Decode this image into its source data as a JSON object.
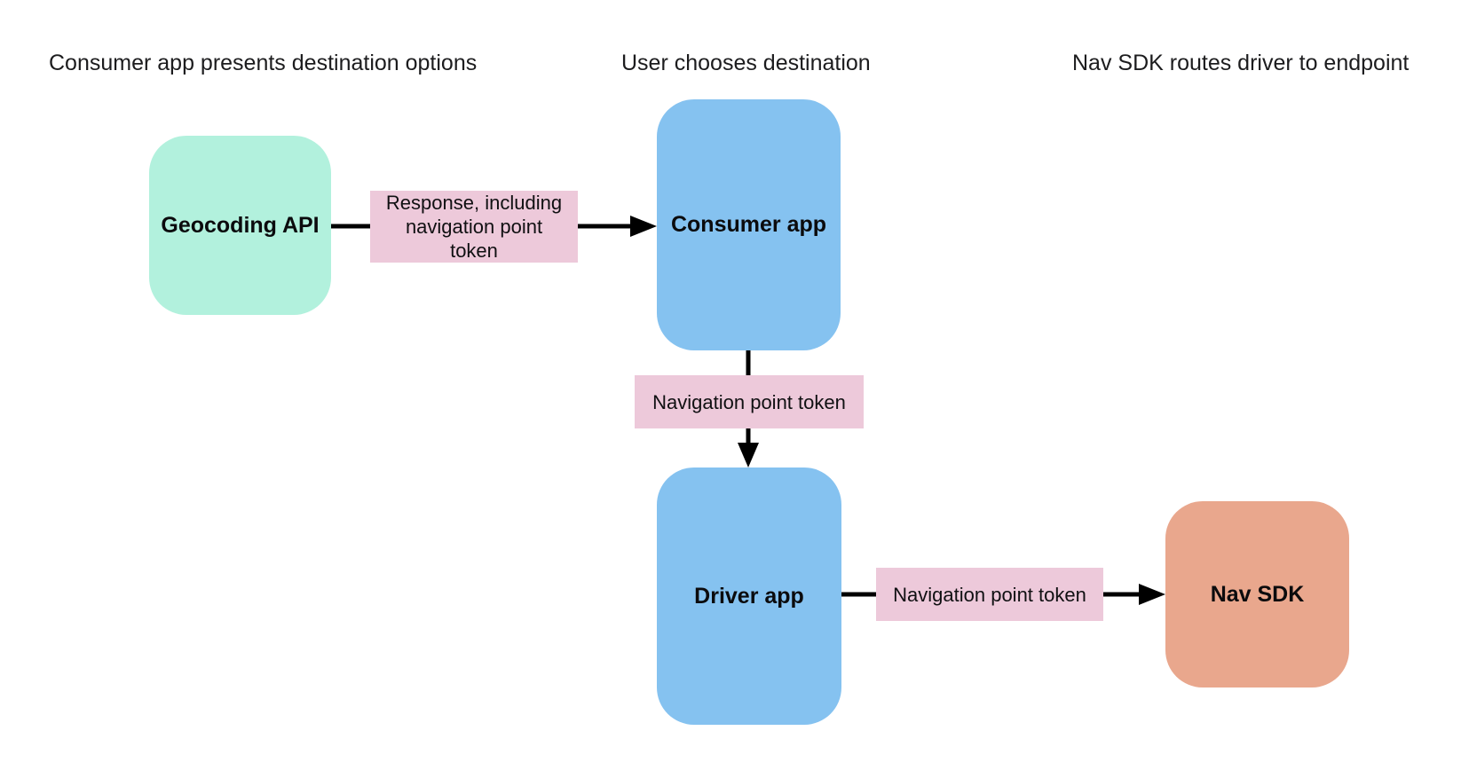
{
  "diagram": {
    "columns": [
      {
        "title": "Consumer app presents destination options"
      },
      {
        "title": "User chooses destination"
      },
      {
        "title": "Nav SDK routes driver to endpoint"
      }
    ],
    "nodes": {
      "geocoding_api": {
        "label": "Geocoding API",
        "color": "#b2f1dd"
      },
      "consumer_app": {
        "label": "Consumer app",
        "color": "#85c2f0"
      },
      "driver_app": {
        "label": "Driver app",
        "color": "#85c2f0"
      },
      "nav_sdk": {
        "label": "Nav SDK",
        "color": "#e9a78d"
      }
    },
    "edges": {
      "geocoding_to_consumer": {
        "label": "Response, including navigation point token",
        "label_background": "#edc9da"
      },
      "consumer_to_driver": {
        "label": "Navigation point token",
        "label_background": "#edc9da"
      },
      "driver_to_nav_sdk": {
        "label": "Navigation point token",
        "label_background": "#edc9da"
      }
    },
    "arrow_color": "#000000",
    "background_color": "#ffffff",
    "text_color": "#111111"
  }
}
